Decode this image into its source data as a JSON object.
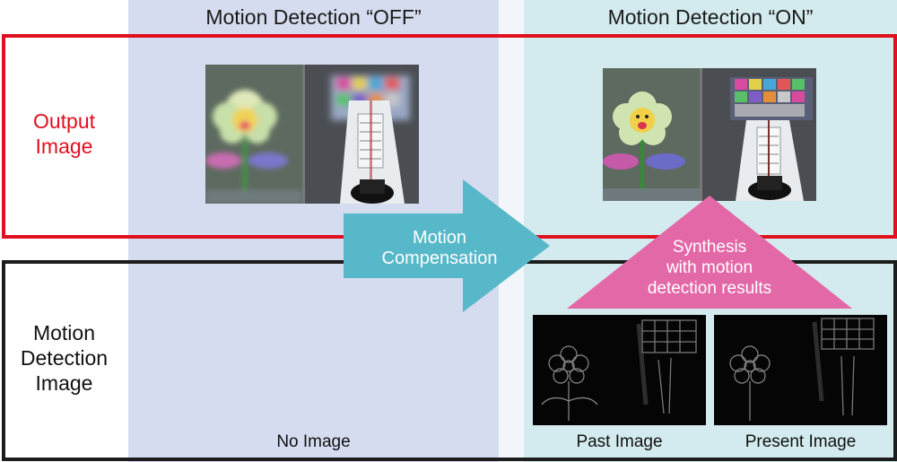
{
  "columns": {
    "off_heading": "Motion Detection “OFF”",
    "on_heading": "Motion Detection “ON”"
  },
  "rows": {
    "output_label": [
      "Output",
      "Image"
    ],
    "motion_label": [
      "Motion",
      "Detection",
      "Image"
    ]
  },
  "arrow": {
    "lines": [
      "Motion",
      "Compensation"
    ]
  },
  "synthesis": {
    "lines": [
      "Synthesis",
      "with motion",
      "detection results"
    ]
  },
  "captions": {
    "no_image": "No Image",
    "past_image": "Past Image",
    "present_image": "Present Image"
  },
  "colors": {
    "output_frame": "#e0101e",
    "motion_frame": "#1c1c1c",
    "off_column": "#d6dcef",
    "on_column": "#d3ebee",
    "arrow": "#56b8c9",
    "synthesis_triangle": "#e368a8"
  }
}
